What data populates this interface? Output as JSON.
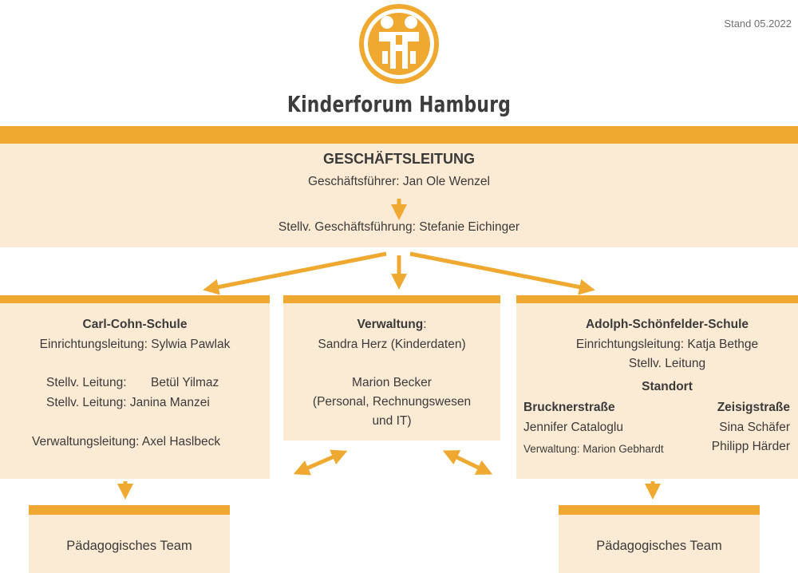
{
  "stand": "Stand 05.2022",
  "org_name": "Kinderforum Hamburg",
  "colors": {
    "accent": "#f0a930",
    "box_fill": "#fcebd4",
    "text": "#3a3a3a"
  },
  "logo": {
    "icon": "kinderforum-logo-icon"
  },
  "management": {
    "title": "GESCHÄFTSLEITUNG",
    "ceo": "Geschäftsführer:  Jan Ole Wenzel",
    "deputy": "Stellv. Geschäftsführung: Stefanie Eichinger"
  },
  "carl_cohn": {
    "name": "Carl-Cohn-Schule",
    "lead": "Einrichtungsleitung: Sylwia Pawlak",
    "deputy1_label": "Stellv. Leitung:",
    "deputy1_name": "Betül Yilmaz",
    "deputy2": "Stellv. Leitung: Janina Manzei",
    "admin_lead": "Verwaltungsleitung: Axel Haslbeck"
  },
  "verwaltung": {
    "name": "Verwaltung",
    "colon": ":",
    "line1": "Sandra Herz (Kinderdaten)",
    "line2": "Marion Becker",
    "line3": "(Personal, Rechnungswesen",
    "line4": "und IT)"
  },
  "adolph": {
    "name": "Adolph-Schönfelder-Schule",
    "lead": "Einrichtungsleitung: Katja Bethge",
    "deputy": "Stellv. Leitung",
    "standort": "Standort",
    "site_left": {
      "name": "Brucknerstraße",
      "person": "Jennifer Cataloglu",
      "admin": "Verwaltung: Marion Gebhardt"
    },
    "site_right": {
      "name": "Zeisigstraße",
      "person1": "Sina Schäfer",
      "person2": "Philipp Härder"
    }
  },
  "team_left": "Pädagogisches Team",
  "team_right": "Pädagogisches Team"
}
